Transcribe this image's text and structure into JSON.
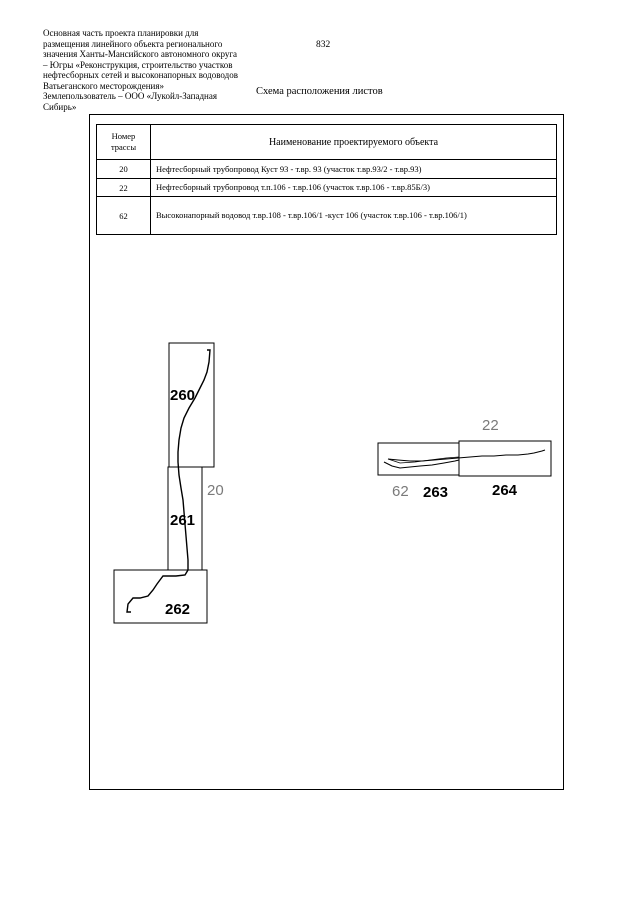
{
  "header": {
    "lines": [
      "Основная часть проекта планировки для",
      "размещения линейного объекта регионального",
      "значения Ханты-Мансийского автономного округа",
      "– Югры «Реконструкция, строительство участков",
      "нефтесборных сетей и высоконапорных водоводов",
      "Ватьеганского месторождения»",
      "Землепользователь – ООО «Лукойл-Западная",
      "Сибирь»"
    ],
    "page_number": "832"
  },
  "scheme_title": "Схема расположения листов",
  "table": {
    "col_number": "Номер трассы",
    "col_name": "Наименование проектируемого объекта",
    "rows": [
      {
        "number": "20",
        "name": "Нефтесборный трубопровод Куст 93 - т.вр. 93 (участок т.вр.93/2 - т.вр.93)"
      },
      {
        "number": "22",
        "name": "Нефтесборный трубопровод т.п.106 - т.вр.106 (участок т.вр.106 - т.вр.85Б/3)"
      },
      {
        "number": "62",
        "name": "Высоконапорный водовод т.вр.108 - т.вр.106/1 -куст 106 (участок т.вр.106 - т.вр.106/1)"
      }
    ]
  },
  "sheets": [
    "260",
    "261",
    "262",
    "263",
    "264"
  ],
  "routes": [
    "20",
    "22",
    "62"
  ],
  "colors": {
    "route_label": "#7a7a7a",
    "line": "#000000"
  }
}
